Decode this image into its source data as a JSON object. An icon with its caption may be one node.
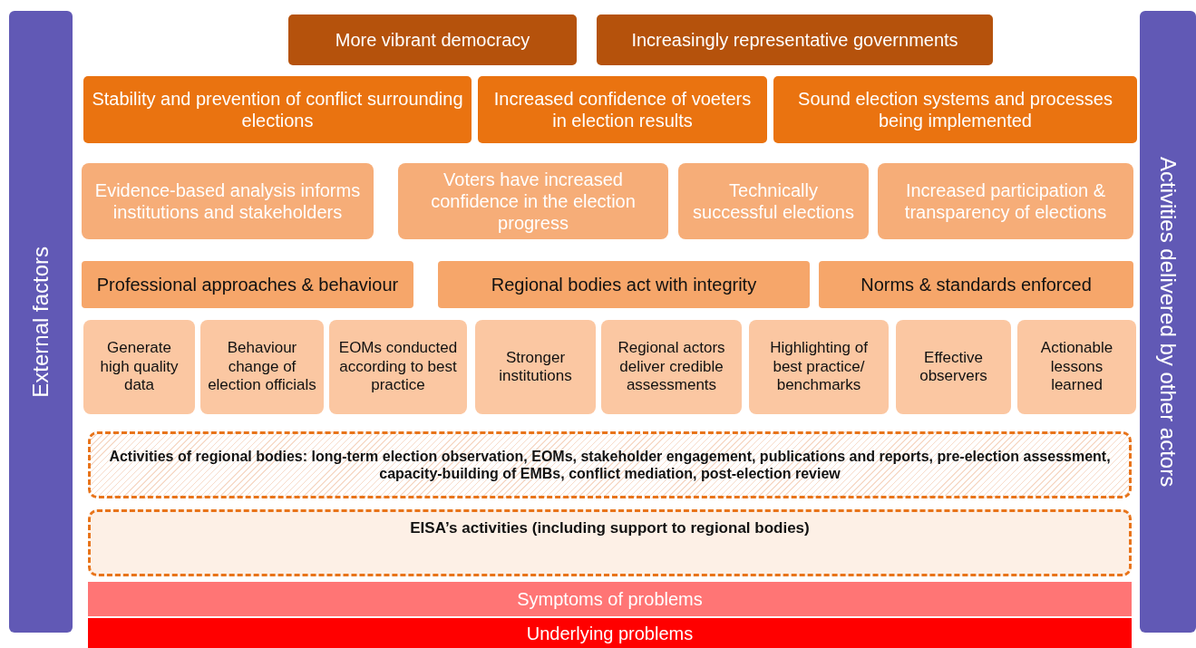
{
  "diagram": {
    "nodes": [
      {
        "text": [
          "External factors"
        ]
      },
      {
        "text": [
          "Activities delivered by other actors"
        ]
      },
      {
        "text": [
          "More vibrant democracy"
        ]
      },
      {
        "text": [
          "Increasingly representative governments"
        ]
      },
      {
        "text": [
          "Stability and prevention of conflict surrounding elections"
        ]
      },
      {
        "text": [
          "Increased confidence of voeters in election results"
        ]
      },
      {
        "text": [
          "Sound election systems and processes being implemented"
        ]
      },
      {
        "text": [
          "Evidence-based analysis informs institutions and stakeholders"
        ]
      },
      {
        "text": [
          "Voters have increased confidence in the election progress"
        ]
      },
      {
        "text": [
          "Technically successful elections"
        ]
      },
      {
        "text": [
          "Increased participation & transparency of elections"
        ]
      },
      {
        "text": [
          "Professional approaches & behaviour"
        ]
      },
      {
        "text": [
          "Regional bodies act with integrity"
        ]
      },
      {
        "text": [
          "Norms & standards enforced"
        ]
      },
      {
        "text": [
          "Generate high quality data"
        ]
      },
      {
        "text": [
          "Behaviour change of election officials"
        ]
      },
      {
        "text": [
          "EOMs conducted according to best practice"
        ]
      },
      {
        "text": [
          "Stronger institutions"
        ]
      },
      {
        "text": [
          "Regional actors deliver credible assessments"
        ]
      },
      {
        "text": [
          "Highlighting of best practice/ benchmarks"
        ]
      },
      {
        "text": [
          "Effective observers"
        ]
      },
      {
        "text": [
          "Actionable lessons learned"
        ]
      },
      {
        "text": [
          "Activities of regional bodies: long-term election observation, EOMs, stakeholder engagement, publications and reports, pre-election assessment, capacity-building of EMBs, conflict mediation, post-election review"
        ]
      },
      {
        "text": [
          "EISA’s activities (including support to regional bodies)"
        ]
      },
      {
        "text": [
          "Symptoms of problems"
        ]
      },
      {
        "text": [
          "Underlying problems"
        ]
      }
    ]
  }
}
